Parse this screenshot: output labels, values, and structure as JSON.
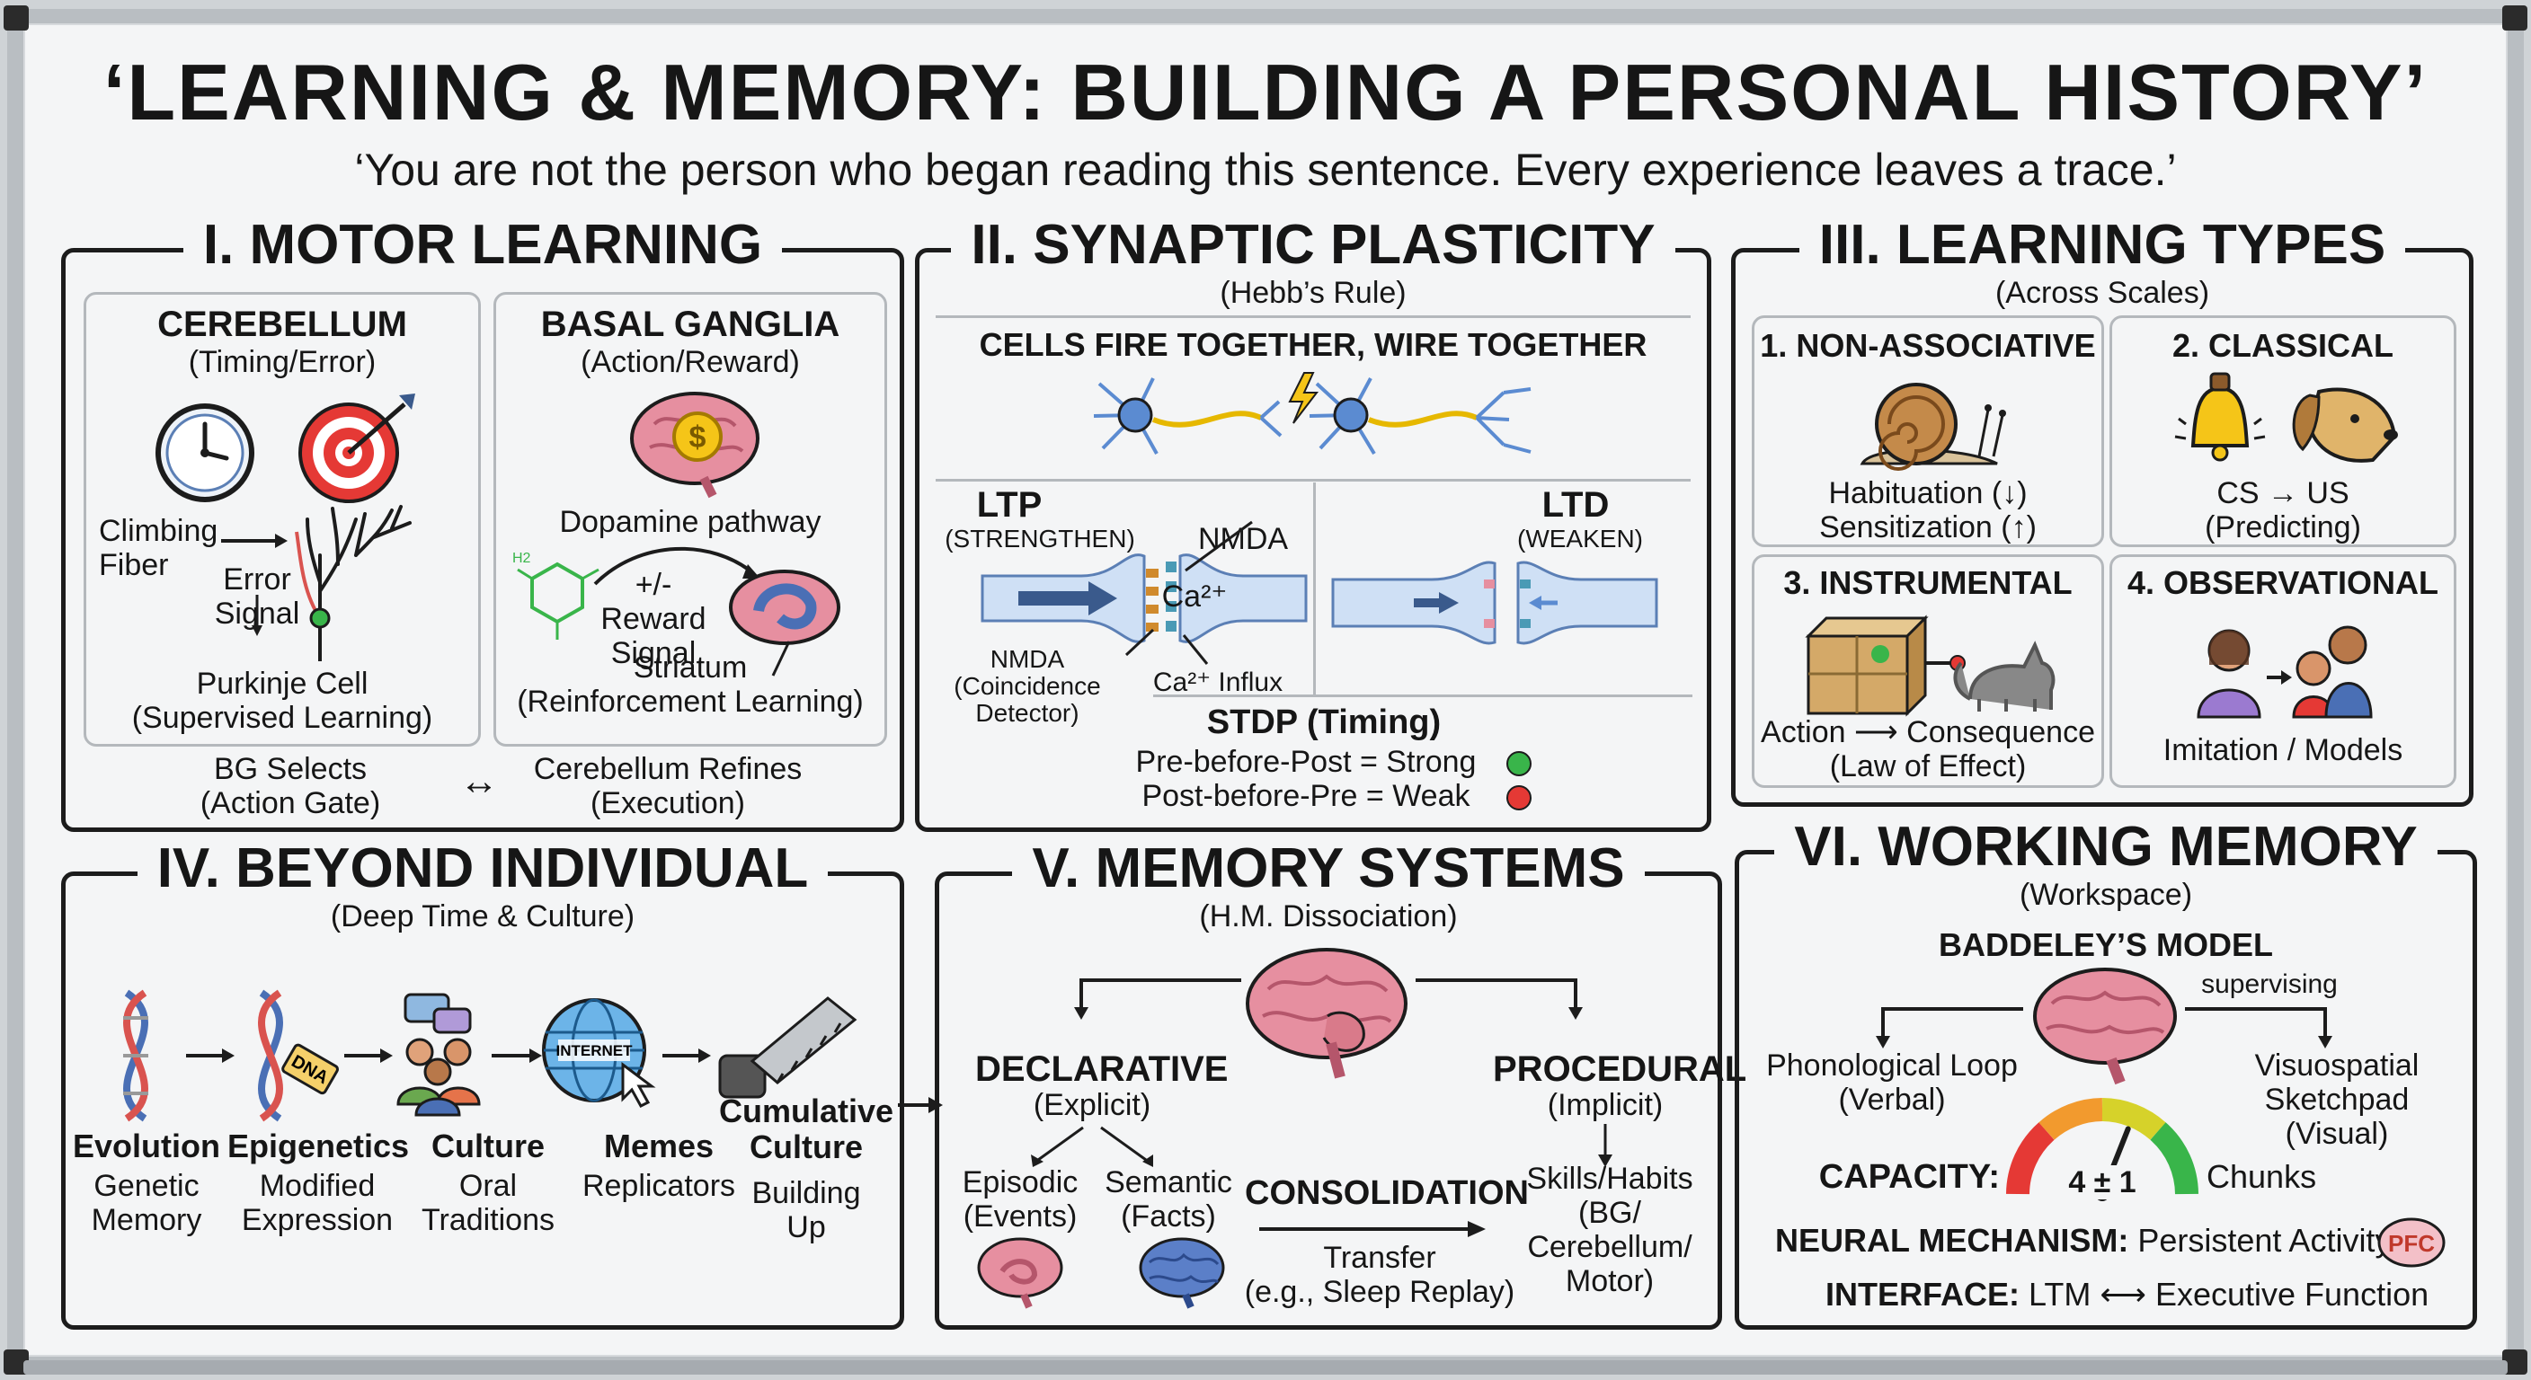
{
  "title": "‘LEARNING & MEMORY: BUILDING A PERSONAL HISTORY’",
  "subtitle": "‘You are not the person who began reading this sentence. Every experience leaves a trace.’",
  "colors": {
    "brain": "#e68fa0",
    "dna_blue": "#4a6fb5",
    "dna_red": "#d9534f",
    "neuron": "#5b8bd1",
    "positive": "#39b54a",
    "negative": "#e53935"
  },
  "motor": {
    "title": "I. MOTOR LEARNING",
    "cerebellum": {
      "heading": "CEREBELLUM",
      "sub": "(Timing/Error)",
      "climbing": "Climbing\nFiber",
      "error": "Error\nSignal",
      "purkinje": "Purkinje Cell\n(Supervised Learning)"
    },
    "basal": {
      "heading": "BASAL GANGLIA",
      "sub": "(Action/Reward)",
      "dopamine": "Dopamine pathway",
      "molecule": "H2",
      "reward": "+/-\nReward\nSignal",
      "striatum": "Striatum\n(Reinforcement Learning)"
    },
    "bg_selects": "BG Selects\n(Action Gate)",
    "arrow": "↔",
    "cb_refines": "Cerebellum Refines\n(Execution)"
  },
  "synaptic": {
    "title": "II. SYNAPTIC PLASTICITY",
    "sub": "(Hebb’s Rule)",
    "hebb": "CELLS FIRE TOGETHER, WIRE TOGETHER",
    "ltp": "LTP",
    "ltp_sub": "(STRENGTHEN)",
    "nmda": "NMDA",
    "ca": "Ca²⁺",
    "nmda_detector": "NMDA\n(Coincidence\nDetector)",
    "ca_influx": "Ca²⁺ Influx",
    "ltd": "LTD",
    "ltd_sub": "(WEAKEN)",
    "stdp": "STDP (Timing)",
    "pre_post": "Pre-before-Post = Strong",
    "post_pre": "Post-before-Pre = Weak"
  },
  "types": {
    "title": "III. LEARNING TYPES",
    "sub": "(Across Scales)",
    "non_assoc": {
      "heading": "1. NON-ASSOCIATIVE",
      "text": "Habituation (↓)\nSensitization (↑)"
    },
    "classical": {
      "heading": "2.   CLASSICAL",
      "text": "CS → US\n(Predicting)"
    },
    "instrumental": {
      "heading": "3. INSTRUMENTAL",
      "text": "Action ⟶ Consequence\n(Law of Effect)"
    },
    "observational": {
      "heading": "4. OBSERVATIONAL",
      "text": "Imitation / Models"
    }
  },
  "beyond": {
    "title": "IV. BEYOND INDIVIDUAL",
    "sub": "(Deep Time & Culture)",
    "dna_tag": "DNA",
    "internet": "INTERNET",
    "items": [
      {
        "head": "Evolution",
        "text": "Genetic\nMemory"
      },
      {
        "head": "Epigenetics",
        "text": "Modified\nExpression"
      },
      {
        "head": "Culture",
        "text": "Oral\nTraditions"
      },
      {
        "head": "Memes",
        "text": "Replicators"
      },
      {
        "head": "Cumulative\nCulture",
        "text": "Building\nUp"
      }
    ]
  },
  "memory": {
    "title": "V. MEMORY SYSTEMS",
    "sub": "(H.M. Dissociation)",
    "declarative": "DECLARATIVE",
    "declarative_sub": "(Explicit)",
    "procedural": "PROCEDURAL",
    "procedural_sub": "(Implicit)",
    "episodic": "Episodic\n(Events)",
    "semantic": "Semantic\n(Facts)",
    "consolidation": "CONSOLIDATION",
    "transfer": "Transfer\n(e.g., Sleep Replay)",
    "skills": "Skills/Habits\n(BG/\nCerebellum/\nMotor)"
  },
  "working": {
    "title": "VI. WORKING MEMORY",
    "sub": "(Workspace)",
    "model": "BADDELEY’S MODEL",
    "supervising": "supervising",
    "phono": "Phonological Loop\n(Verbal)",
    "visuo": "Visuospatial\nSketchpad\n(Visual)",
    "capacity_label": "CAPACITY:",
    "capacity_value": "4 ± 1",
    "capacity_fraction": 0.62,
    "chunks": "Chunks",
    "neural_label": "NEURAL MECHANISM:",
    "neural_value": "Persistent Activity",
    "pfc": "PFC",
    "interface_label": "INTERFACE:",
    "interface_value": "LTM ⟷ Executive Function"
  }
}
